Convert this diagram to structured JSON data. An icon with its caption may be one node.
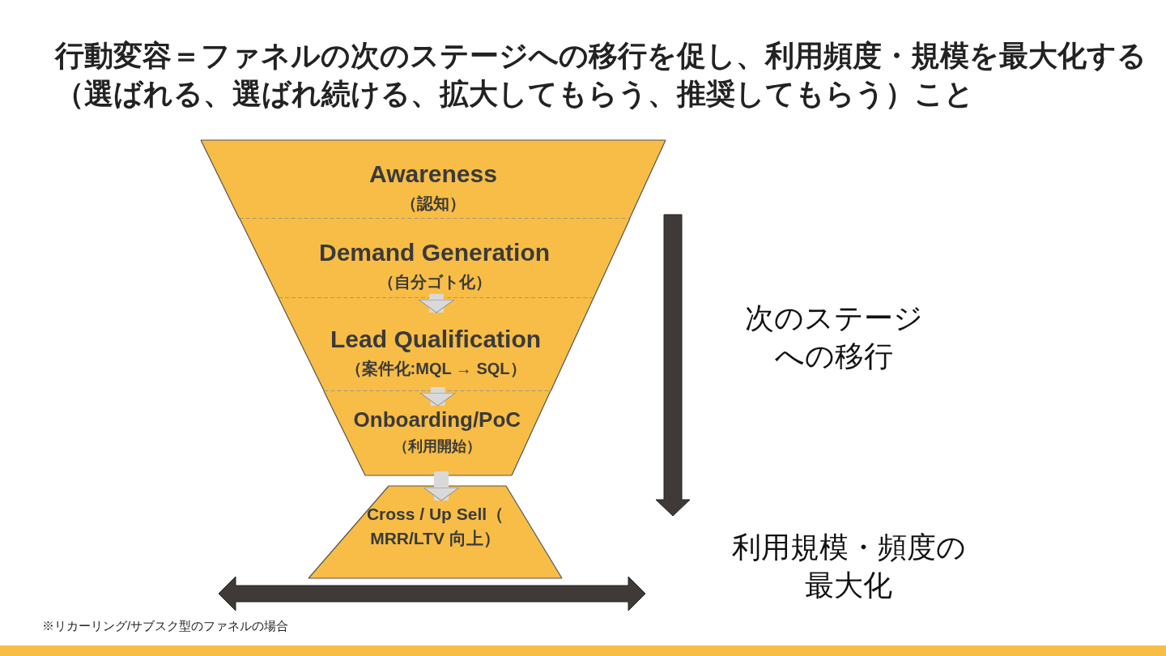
{
  "diagram": {
    "title": "行動変容＝ファネルの次のステージへの移行を促し、利用頻度・規模を最大化する（選ばれる、選ばれ続ける、拡大してもらう、推奨してもらう）こと",
    "caption": "※リカーリング/サブスク型のファネルの場合",
    "nodes": [
      {
        "text": [
          "Awareness",
          "（認知）"
        ]
      },
      {
        "text": [
          "Demand Generation",
          "（自分ゴト化）"
        ]
      },
      {
        "text": [
          "Lead Qualification",
          "（案件化:MQL → SQL）"
        ]
      },
      {
        "text": [
          "Onboarding/PoC",
          "（利用開始）"
        ]
      },
      {
        "text": [
          "Cross / Up Sell（ MRR/LTV 向上）"
        ]
      }
    ],
    "edges": [
      {
        "from": 1,
        "to": 2,
        "arrow": "to"
      },
      {
        "from": 2,
        "to": 3,
        "arrow": "to"
      },
      {
        "from": 3,
        "to": 4,
        "arrow": "to"
      }
    ],
    "labels": [
      "次のステージへの移行",
      "利用規模・頻度の最大化"
    ]
  }
}
